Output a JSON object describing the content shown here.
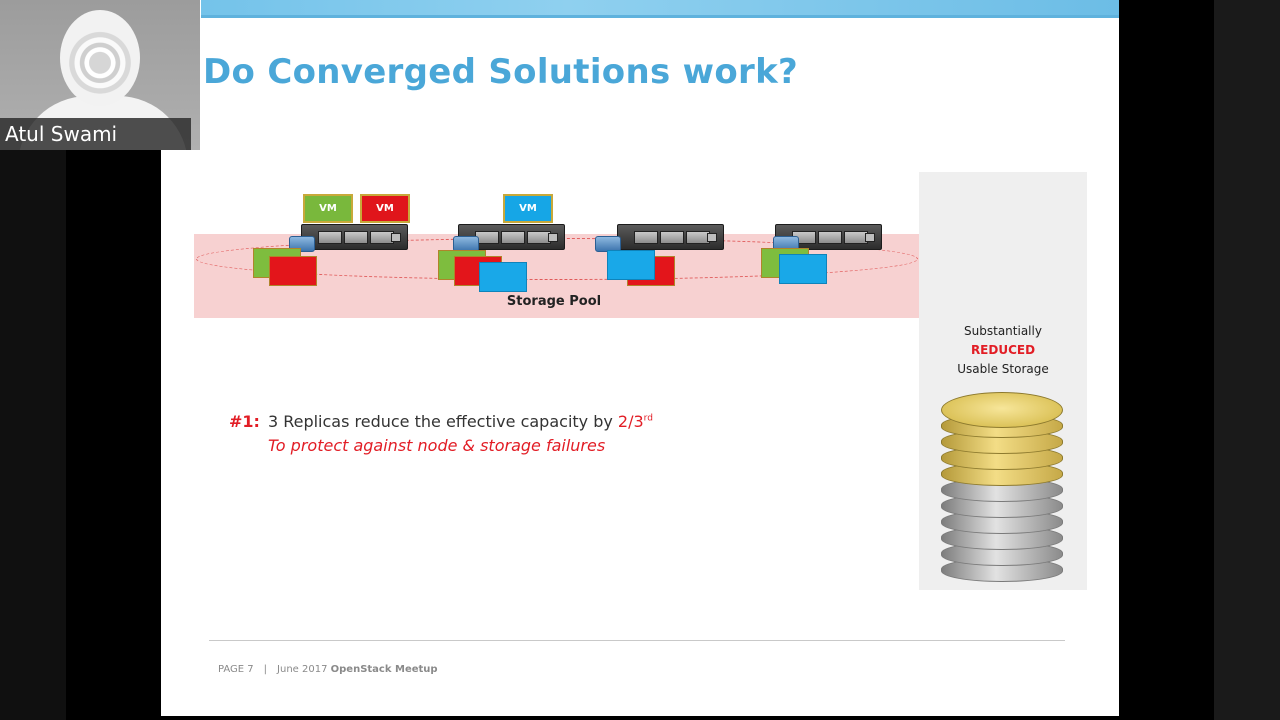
{
  "slide": {
    "title": "Do Converged Solutions work?",
    "diagram": {
      "pool_label": "Storage Pool",
      "vm_labels": [
        "VM",
        "VM",
        "VM"
      ]
    },
    "point": {
      "number": "#1:",
      "text": "3 Replicas reduce the effective capacity by ",
      "fraction": "2/3",
      "suffix": "rd",
      "subtext": "To protect against node & storage failures"
    },
    "side_panel": {
      "line1": "Substantially",
      "line2": "REDUCED",
      "line3": "Usable Storage"
    },
    "footer": {
      "page": "PAGE 7",
      "separator": "|",
      "date": "June 2017",
      "event": "OpenStack Meetup"
    }
  },
  "webcam": {
    "participant_name": "Atul Swami"
  },
  "colors": {
    "title": "#4aa7d8",
    "accent_red": "#e21d25",
    "pool": "#f7d1d1",
    "vm_green": "#79b83c",
    "vm_red": "#e0151b",
    "vm_blue": "#16a6e6"
  }
}
